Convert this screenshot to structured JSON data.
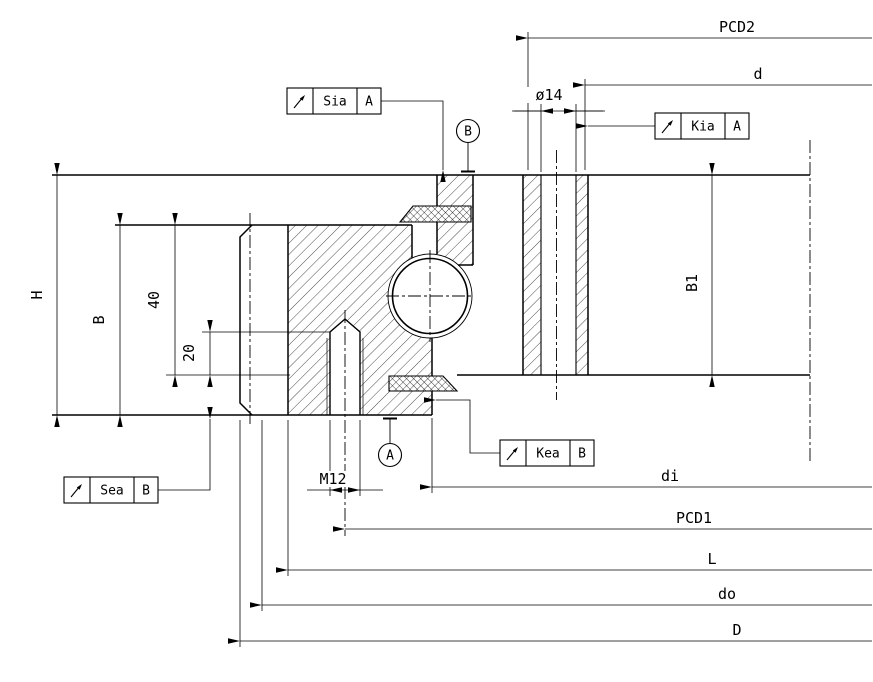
{
  "drawing": {
    "type": "slewing-ring-bearing-cross-section",
    "line_color": "#000000",
    "background": "#ffffff"
  },
  "dims": {
    "h": "H",
    "b": "B",
    "forty": "40",
    "twenty": "20",
    "b1": "B1",
    "thread": "M12",
    "bolt_hole": "ø14",
    "pcd2": "PCD2",
    "d": "d",
    "di": "di",
    "pcd1": "PCD1",
    "l": "L",
    "do": "do",
    "dd": "D"
  },
  "datums": {
    "a": "A",
    "b": "B"
  },
  "frames": {
    "sia": {
      "symbol": "circular-runout",
      "label": "Sia",
      "datum": "A"
    },
    "kia": {
      "symbol": "circular-runout",
      "label": "Kia",
      "datum": "A"
    },
    "kea": {
      "symbol": "circular-runout",
      "label": "Kea",
      "datum": "B"
    },
    "sea": {
      "symbol": "circular-runout",
      "label": "Sea",
      "datum": "B"
    }
  }
}
